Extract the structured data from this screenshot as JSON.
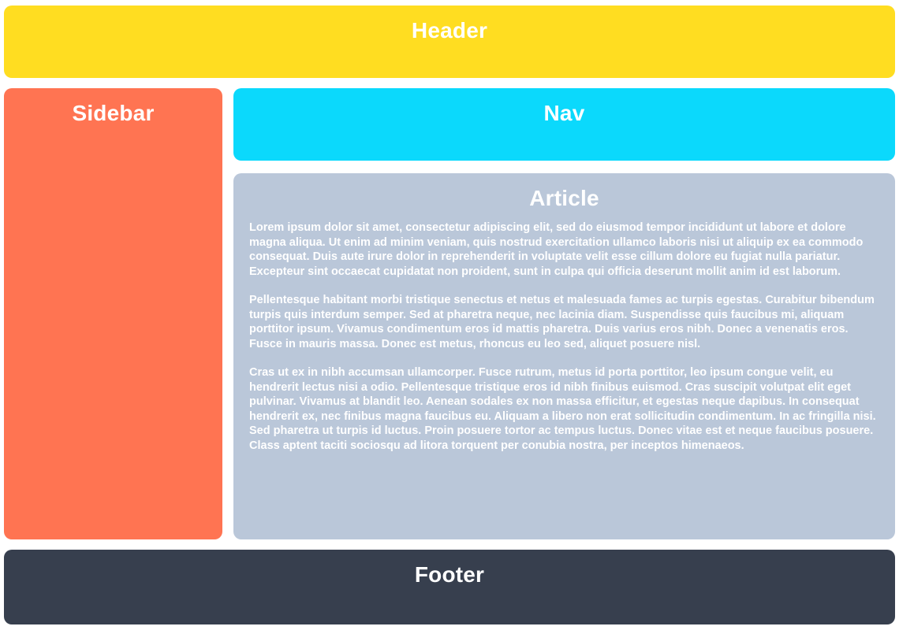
{
  "colors": {
    "header_bg": "#ffdd21",
    "sidebar_bg": "#ff7452",
    "nav_bg": "#0bd9fc",
    "article_bg": "#bac7d9",
    "footer_bg": "#373f4e",
    "text": "#ffffff",
    "page_bg": "#ffffff"
  },
  "header": {
    "title": "Header"
  },
  "sidebar": {
    "title": "Sidebar"
  },
  "nav": {
    "title": "Nav"
  },
  "article": {
    "title": "Article",
    "paragraphs": [
      "Lorem ipsum dolor sit amet, consectetur adipiscing elit, sed do eiusmod tempor incididunt ut labore et dolore magna aliqua. Ut enim ad minim veniam, quis nostrud exercitation ullamco laboris nisi ut aliquip ex ea commodo consequat. Duis aute irure dolor in reprehenderit in voluptate velit esse cillum dolore eu fugiat nulla pariatur. Excepteur sint occaecat cupidatat non proident, sunt in culpa qui officia deserunt mollit anim id est laborum.",
      "Pellentesque habitant morbi tristique senectus et netus et malesuada fames ac turpis egestas. Curabitur bibendum turpis quis interdum semper. Sed at pharetra neque, nec lacinia diam. Suspendisse quis faucibus mi, aliquam porttitor ipsum. Vivamus condimentum eros id mattis pharetra. Duis varius eros nibh. Donec a venenatis eros. Fusce in mauris massa. Donec est metus, rhoncus eu leo sed, aliquet posuere nisl.",
      "Cras ut ex in nibh accumsan ullamcorper. Fusce rutrum, metus id porta porttitor, leo ipsum congue velit, eu hendrerit lectus nisi a odio. Pellentesque tristique eros id nibh finibus euismod. Cras suscipit volutpat elit eget pulvinar. Vivamus at blandit leo. Aenean sodales ex non massa efficitur, et egestas neque dapibus. In consequat hendrerit ex, nec finibus magna faucibus eu. Aliquam a libero non erat sollicitudin condimentum. In ac fringilla nisi. Sed pharetra ut turpis id luctus. Proin posuere tortor ac tempus luctus. Donec vitae est et neque faucibus posuere. Class aptent taciti sociosqu ad litora torquent per conubia nostra, per inceptos himenaeos."
    ]
  },
  "footer": {
    "title": "Footer"
  }
}
